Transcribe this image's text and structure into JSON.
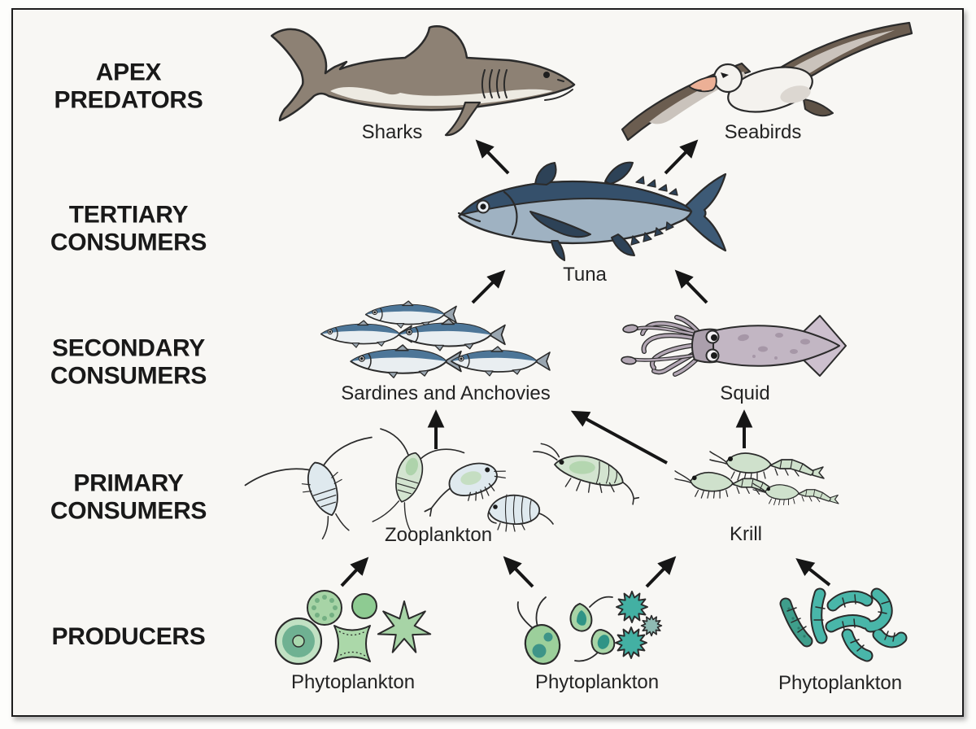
{
  "levels": [
    {
      "id": "apex-predators",
      "label": "APEX\nPREDATORS"
    },
    {
      "id": "tertiary-consumers",
      "label": "TERTIARY\nCONSUMERS"
    },
    {
      "id": "secondary-consumers",
      "label": "SECONDARY\nCONSUMERS"
    },
    {
      "id": "primary-consumers",
      "label": "PRIMARY\nCONSUMERS"
    },
    {
      "id": "producers",
      "label": "PRODUCERS"
    }
  ],
  "organisms": {
    "sharks": {
      "label": "Sharks",
      "level": "APEX PREDATORS"
    },
    "seabirds": {
      "label": "Seabirds",
      "level": "APEX PREDATORS"
    },
    "tuna": {
      "label": "Tuna",
      "level": "TERTIARY CONSUMERS"
    },
    "sardines": {
      "label": "Sardines and Anchovies",
      "level": "SECONDARY CONSUMERS"
    },
    "squid": {
      "label": "Squid",
      "level": "SECONDARY CONSUMERS"
    },
    "zooplankton": {
      "label": "Zooplankton",
      "level": "PRIMARY CONSUMERS"
    },
    "krill": {
      "label": "Krill",
      "level": "PRIMARY CONSUMERS"
    },
    "phytoplankton_left": {
      "label": "Phytoplankton",
      "level": "PRODUCERS"
    },
    "phytoplankton_middle": {
      "label": "Phytoplankton",
      "level": "PRODUCERS"
    },
    "phytoplankton_right": {
      "label": "Phytoplankton",
      "level": "PRODUCERS"
    }
  },
  "food_chain_arrows": [
    {
      "from": "tuna",
      "to": "sharks"
    },
    {
      "from": "tuna",
      "to": "seabirds"
    },
    {
      "from": "sardines",
      "to": "tuna"
    },
    {
      "from": "squid",
      "to": "tuna"
    },
    {
      "from": "zooplankton",
      "to": "sardines"
    },
    {
      "from": "krill",
      "to": "sardines"
    },
    {
      "from": "krill",
      "to": "squid"
    },
    {
      "from": "phytoplankton_left",
      "to": "zooplankton"
    },
    {
      "from": "phytoplankton_middle",
      "to": "zooplankton"
    },
    {
      "from": "phytoplankton_middle",
      "to": "krill"
    },
    {
      "from": "phytoplankton_right",
      "to": "krill"
    }
  ],
  "colors": {
    "frame_border": "#1d1d1d",
    "canvas_bg": "#f8f7f4",
    "arrow": "#161616",
    "level_label": "#191919",
    "organism_label": "#232323",
    "outline": "#2b2b2b",
    "shark_body": "#8d8174",
    "shark_belly": "#edeae2",
    "seabird_wing_dark": "#6b5d50",
    "seabird_wing_light": "#cac3bc",
    "seabird_body": "#f4f2ee",
    "seabird_beak": "#ecb096",
    "tuna_back": "#35506b",
    "tuna_belly": "#9fb2c2",
    "tuna_fin": "#2d4257",
    "tuna_tail": "#3d5a76",
    "sardine_back": "#4d7698",
    "sardine_belly": "#e9eef1",
    "sardine_fin": "#9aa6b0",
    "squid_mantle": "#c2b6c3",
    "squid_head": "#ab9fac",
    "squid_fin": "#cdc0ce",
    "zooplankton_blue": "#dfe9ee",
    "zooplankton_green": "#d3e4d0",
    "krill_body": "#cfe1cc",
    "phyto_green": "#a7d4a6",
    "phyto_green_dark": "#6fb192",
    "phyto_teal": "#43b0a3",
    "phyto_rod_teal": "#49b6a9"
  }
}
